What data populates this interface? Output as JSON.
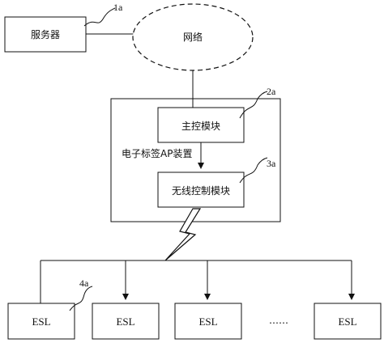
{
  "nodes": {
    "server": "服务器",
    "network": "网络",
    "main_control": "主控模块",
    "ap_device": "电子标签AP装置",
    "wireless_control": "无线控制模块",
    "esl_label": "ESL",
    "ellipsis": "……"
  },
  "tags": {
    "server": "1a",
    "main_control": "2a",
    "wireless_control": "3a",
    "esl": "4a"
  }
}
